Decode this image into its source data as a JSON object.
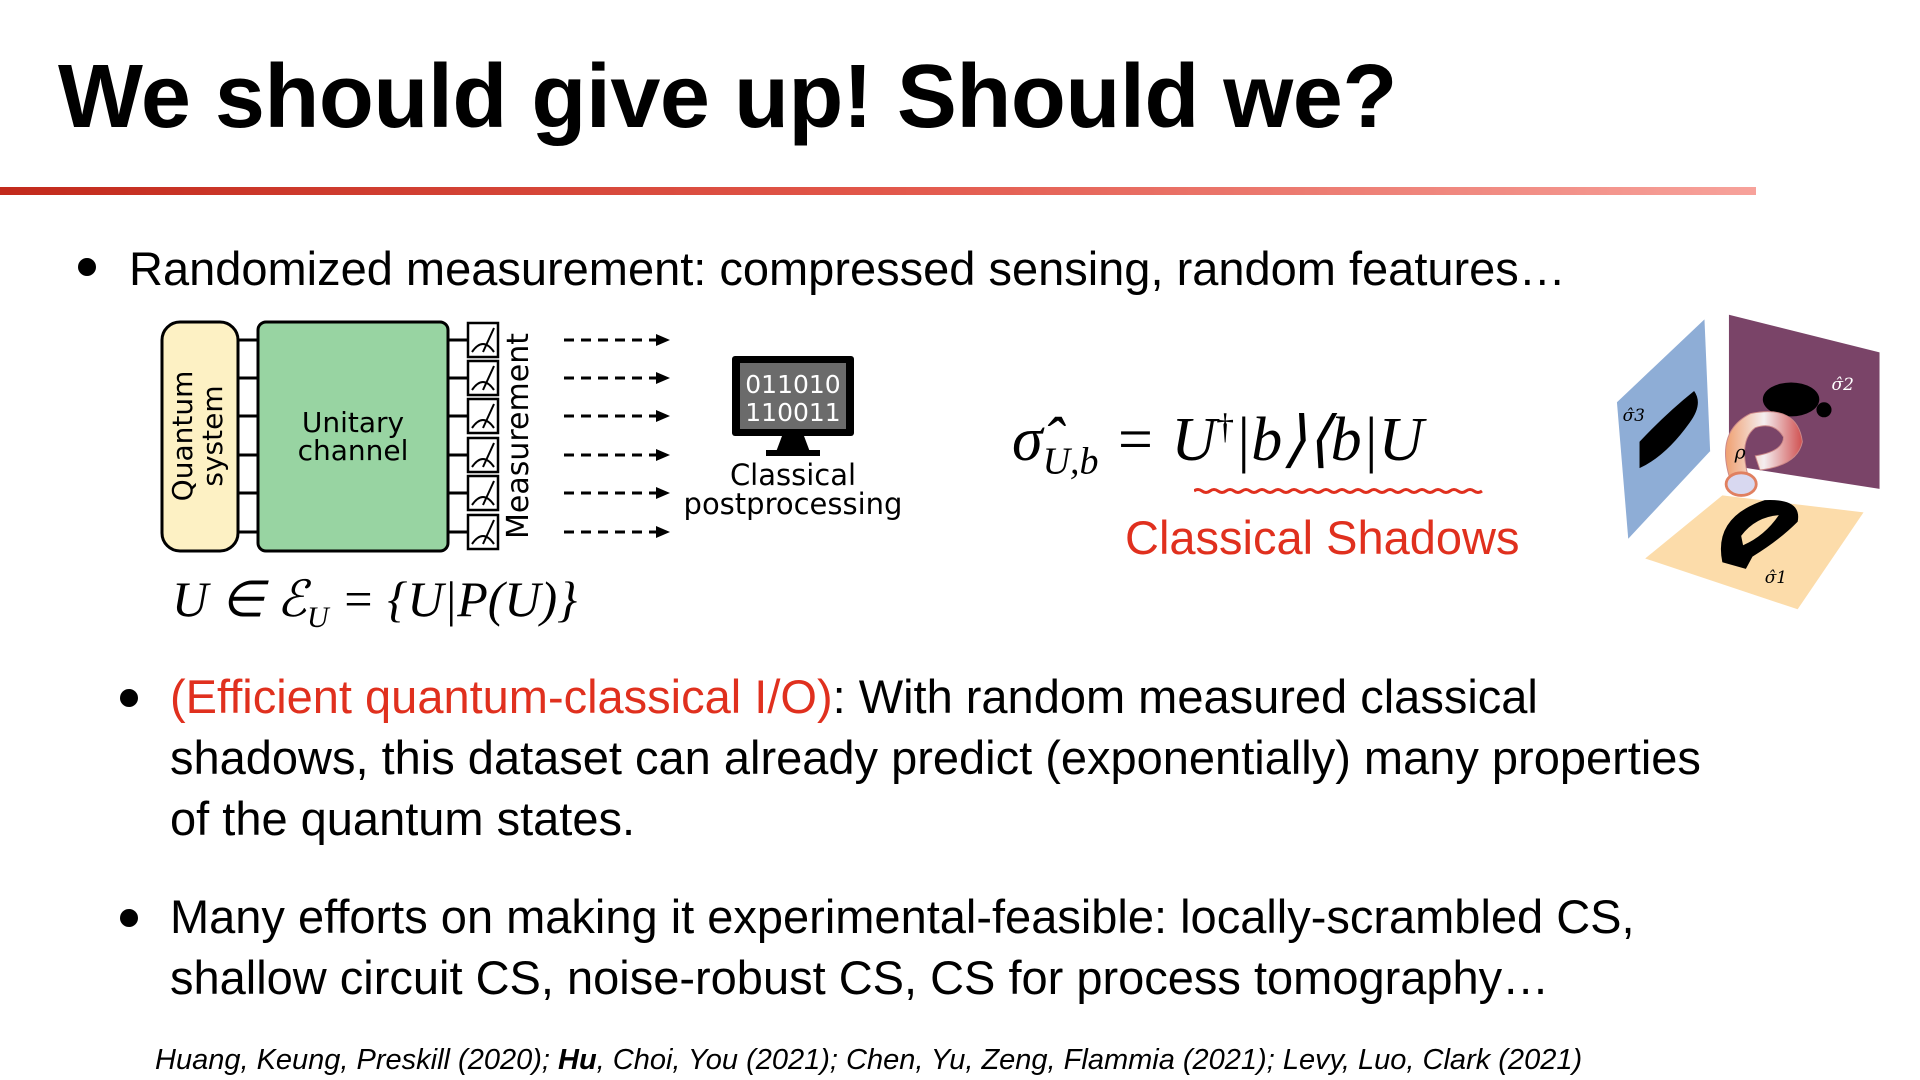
{
  "title": "We should give up! Should we?",
  "bullets": {
    "b1": "Randomized measurement: compressed sensing, random features…",
    "b2_highlight": "(Efficient quantum-classical I/O)",
    "b2_line1": ": With random measured classical",
    "b2_line2": "shadows, this dataset can already predict (exponentially) many properties",
    "b2_line3": "of the quantum states.",
    "b3_line1": "Many efforts on making it experimental-feasible: locally-scrambled CS,",
    "b3_line2": "shallow circuit CS, noise-robust CS, CS for process tomography…"
  },
  "diagram": {
    "quantum_system": [
      "Quantum",
      "system"
    ],
    "unitary_channel": [
      "Unitary",
      "channel"
    ],
    "measurement": "Measurement",
    "screen_bits": [
      "011010",
      "110011"
    ],
    "classical_postprocessing": [
      "Classical",
      "postprocessing"
    ],
    "ensemble_formula": "U ∈ ℰ_U = {U|P(U)}",
    "shadow_formula": "σ̂_{U,b} = U†|b⟩⟨b|U",
    "shadows_label": "Classical Shadows",
    "shadow_figure_labels": {
      "rho": "ρ",
      "s1": "σ̂1",
      "s2": "σ̂2",
      "s3": "σ̂3"
    }
  },
  "citation": {
    "part1": "Huang, Keung, Preskill (2020); ",
    "bold": "Hu",
    "part2": ", Choi, You (2021); Chen, Yu, Zeng, Flammia (2021); Levy, Luo, Clark (2021)"
  },
  "colors": {
    "accent_red": "#e0301e",
    "quantum_fill": "#fdf1c4",
    "unitary_fill": "#98d4a2",
    "plane_blue": "#8eadd6",
    "plane_purple": "#7a4468",
    "plane_orange": "#fcdcaa"
  }
}
